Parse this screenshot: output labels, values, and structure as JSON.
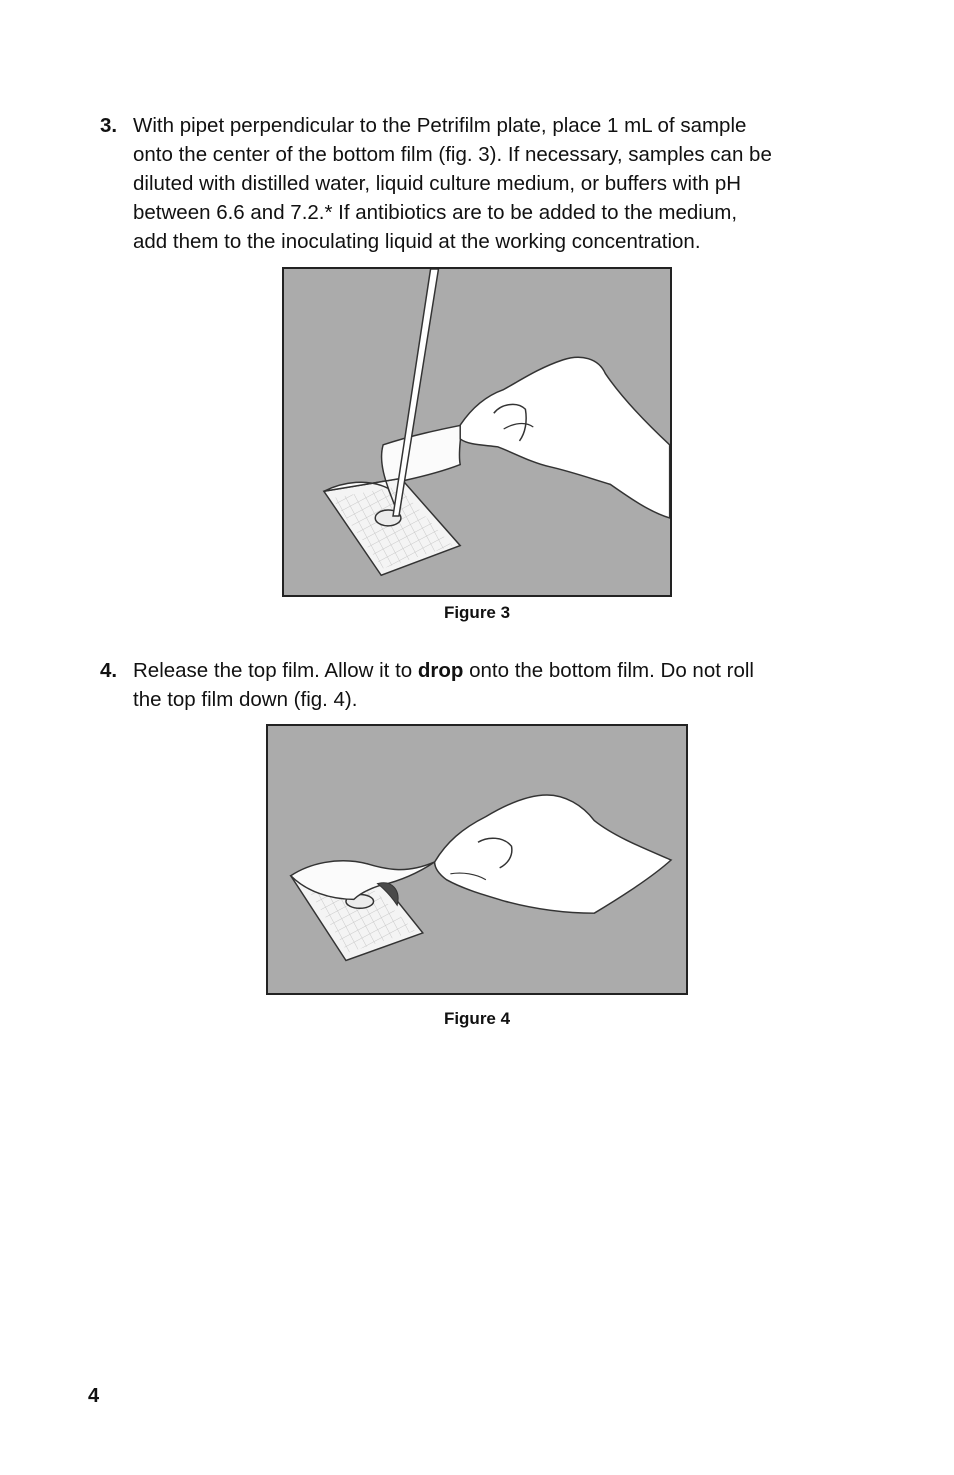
{
  "steps": [
    {
      "number": "3.",
      "lines": [
        "With pipet perpendicular to the Petrifilm plate, place 1 mL of sample",
        "onto the center of the bottom film (fig. 3). If necessary, samples can be",
        "diluted with distilled water, liquid culture medium, or buffers with pH",
        "between 6.6 and 7.2.*  If antibiotics are to be added to the medium,",
        "add them to the inoculating liquid at the working concentration."
      ]
    },
    {
      "number": "4.",
      "line1_before": "Release the top film. Allow it to ",
      "line1_bold": "drop",
      "line1_after": " onto the bottom film. Do not roll",
      "line2": "the top film down (fig. 4)."
    }
  ],
  "figures": [
    {
      "caption": "Figure 3"
    },
    {
      "caption": "Figure 4"
    }
  ],
  "page_number": "4",
  "colors": {
    "figure_background": "#ababab",
    "figure_border": "#222222",
    "line_art": "#333333"
  }
}
